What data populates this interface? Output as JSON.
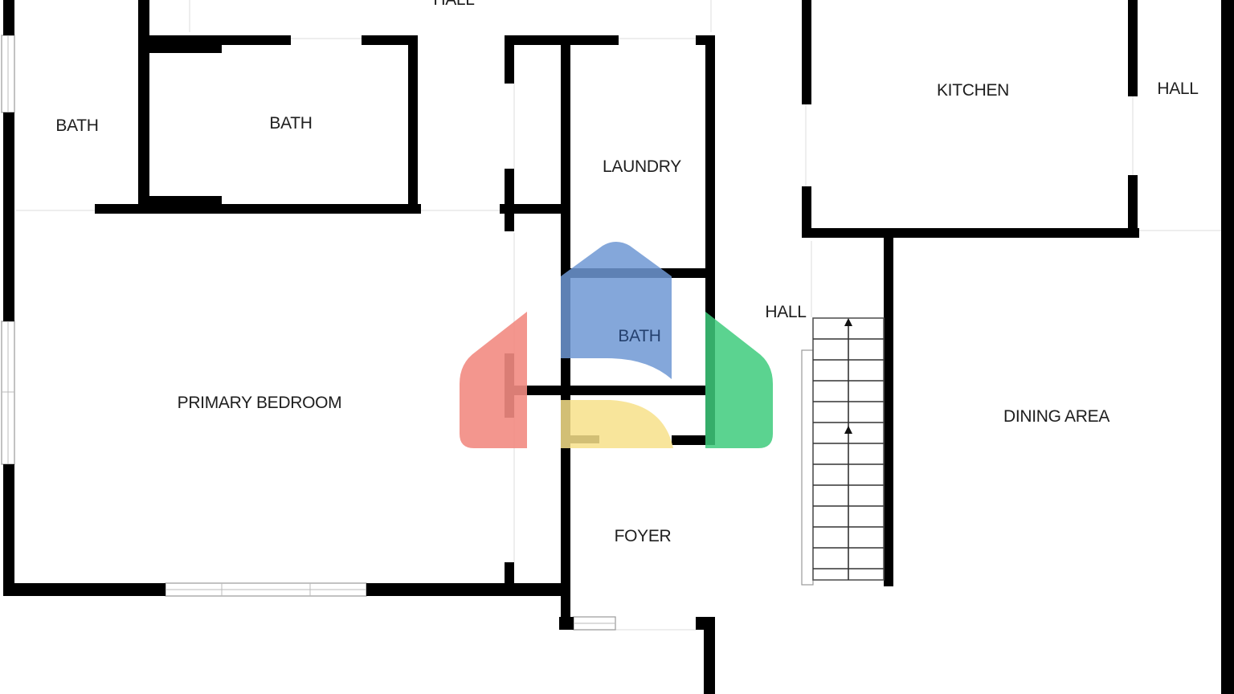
{
  "rooms": {
    "hall_top": "HALL",
    "bath_left": "BATH",
    "bath_center": "BATH",
    "laundry": "LAUNDRY",
    "kitchen": "KITCHEN",
    "hall_right": "HALL",
    "hall_mid": "HALL",
    "bath_small": "BATH",
    "primary_bedroom": "PRIMARY BEDROOM",
    "dining_area": "DINING AREA",
    "foyer": "FOYER"
  },
  "logo": {
    "name": "google-home-logo",
    "colors": {
      "red": "#f28b82",
      "blue": "#6f98d3",
      "green": "#3ecb7d",
      "yellow": "#f7e08a"
    }
  }
}
